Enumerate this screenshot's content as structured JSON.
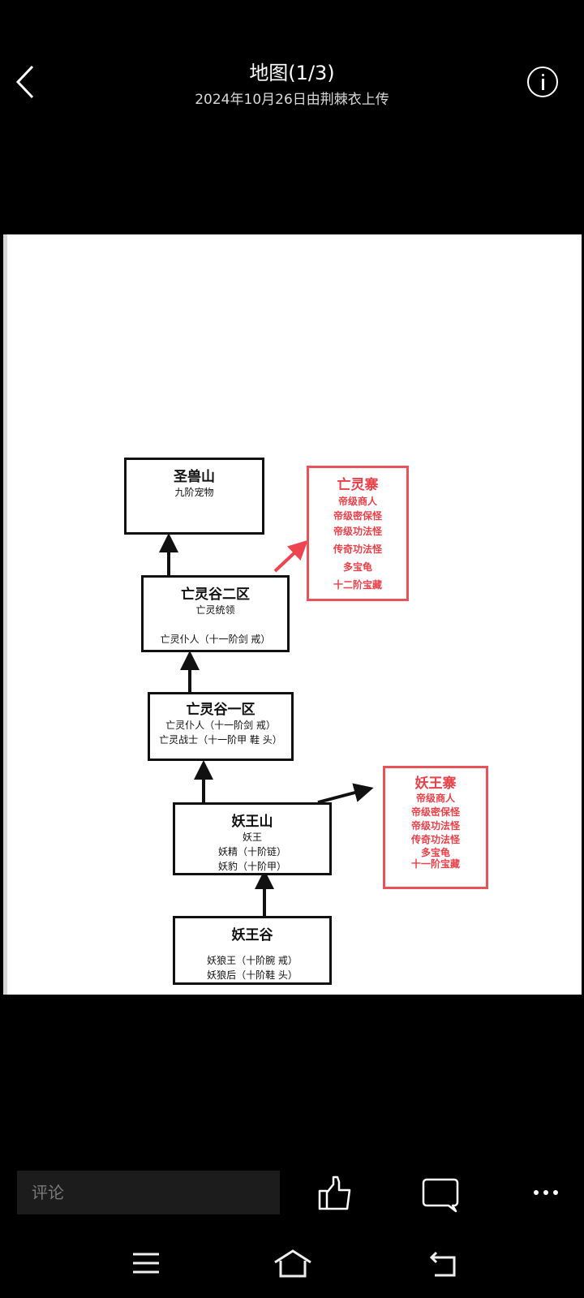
{
  "header": {
    "title": "地图(1/3)",
    "subtitle": "2024年10月26日由荆棘衣上传",
    "back_icon": "chevron-left-icon",
    "info_icon": "info-icon"
  },
  "diagram": {
    "nodes": {
      "shengshoushan": {
        "title": "圣兽山",
        "lines": [
          "九阶宠物"
        ]
      },
      "wangling2": {
        "title": "亡灵谷二区",
        "lines": [
          "亡灵统领",
          "",
          "亡灵仆人（十一阶剑 戒）"
        ]
      },
      "wangling1": {
        "title": "亡灵谷一区",
        "lines": [
          "亡灵仆人（十一阶剑 戒）",
          "亡灵战士（十一阶甲 鞋 头）"
        ]
      },
      "yaowangshan": {
        "title": "妖王山",
        "lines": [
          "妖王",
          "妖精（十阶链）",
          "妖豹（十阶甲）"
        ]
      },
      "yaowanggu": {
        "title": "妖王谷",
        "lines": [
          "",
          "妖狼王（十阶腕 戒）",
          "妖狼后（十阶鞋 头）"
        ]
      },
      "wanglingzhai": {
        "title": "亡灵寨",
        "lines": [
          "帝级商人",
          "帝级密保怪",
          "帝级功法怪",
          "传奇功法怪",
          "多宝龟",
          "十二阶宝藏"
        ]
      },
      "yaowangzhai": {
        "title": "妖王寨",
        "lines": [
          "帝级商人",
          "帝级密保怪",
          "帝级功法怪",
          "传奇功法怪",
          "多宝龟",
          "十一阶宝藏"
        ]
      }
    },
    "colors": {
      "black": "#111111",
      "red": "#e8414a"
    }
  },
  "bottom_bar": {
    "comment_placeholder": "评论",
    "like_icon": "thumbs-up-icon",
    "comment_icon": "comment-bubble-icon",
    "more_icon": "more-dots-icon"
  },
  "nav_bar": {
    "menu_icon": "menu-icon",
    "home_icon": "home-icon",
    "back_icon": "back-arrow-icon"
  }
}
